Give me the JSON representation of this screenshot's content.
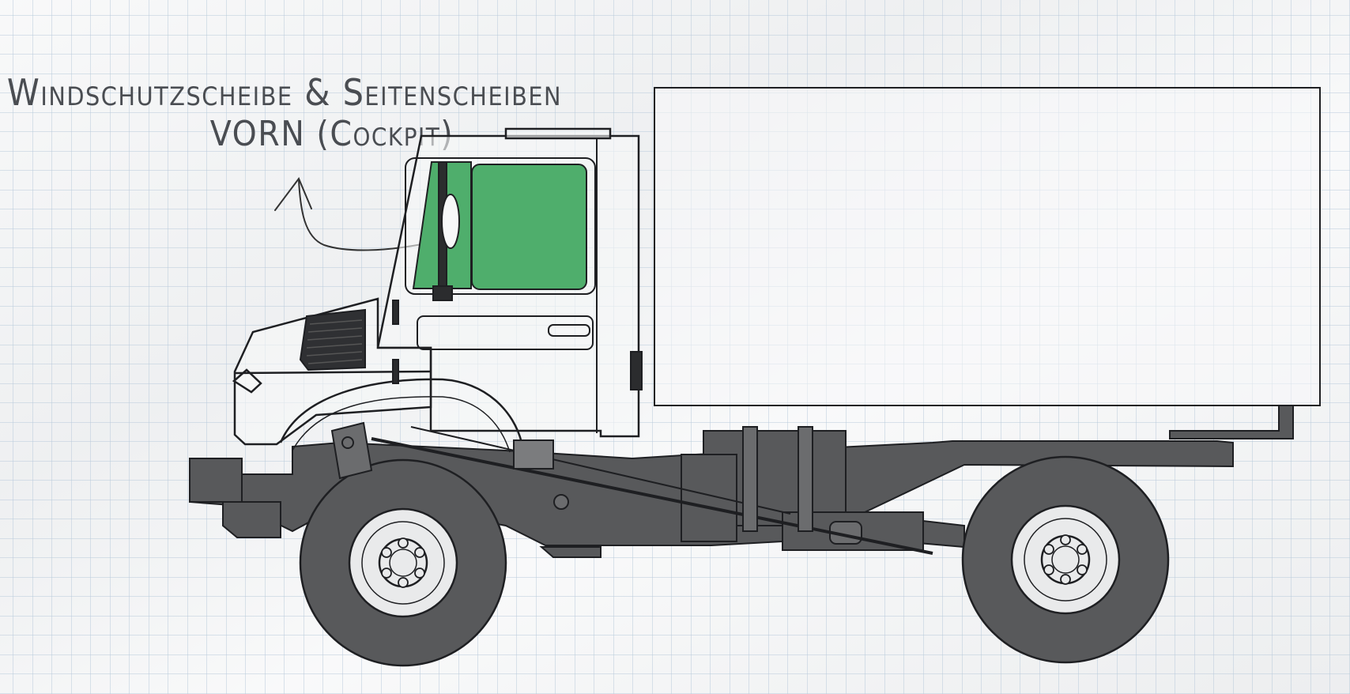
{
  "annotation": {
    "line1": "Windschutzscheibe & Seitenscheiben",
    "line2": "VORN (Cockpit)"
  },
  "colors": {
    "paper": "#f4f5f6",
    "grid": "#b7c9da",
    "ink": "#1e1f22",
    "chassis": "#58595b",
    "highlight_glass": "#4fae6c",
    "text": "#4a4d52"
  },
  "icons": {
    "arrow": "curved-arrow-icon",
    "vehicle": "truck-side-view"
  }
}
